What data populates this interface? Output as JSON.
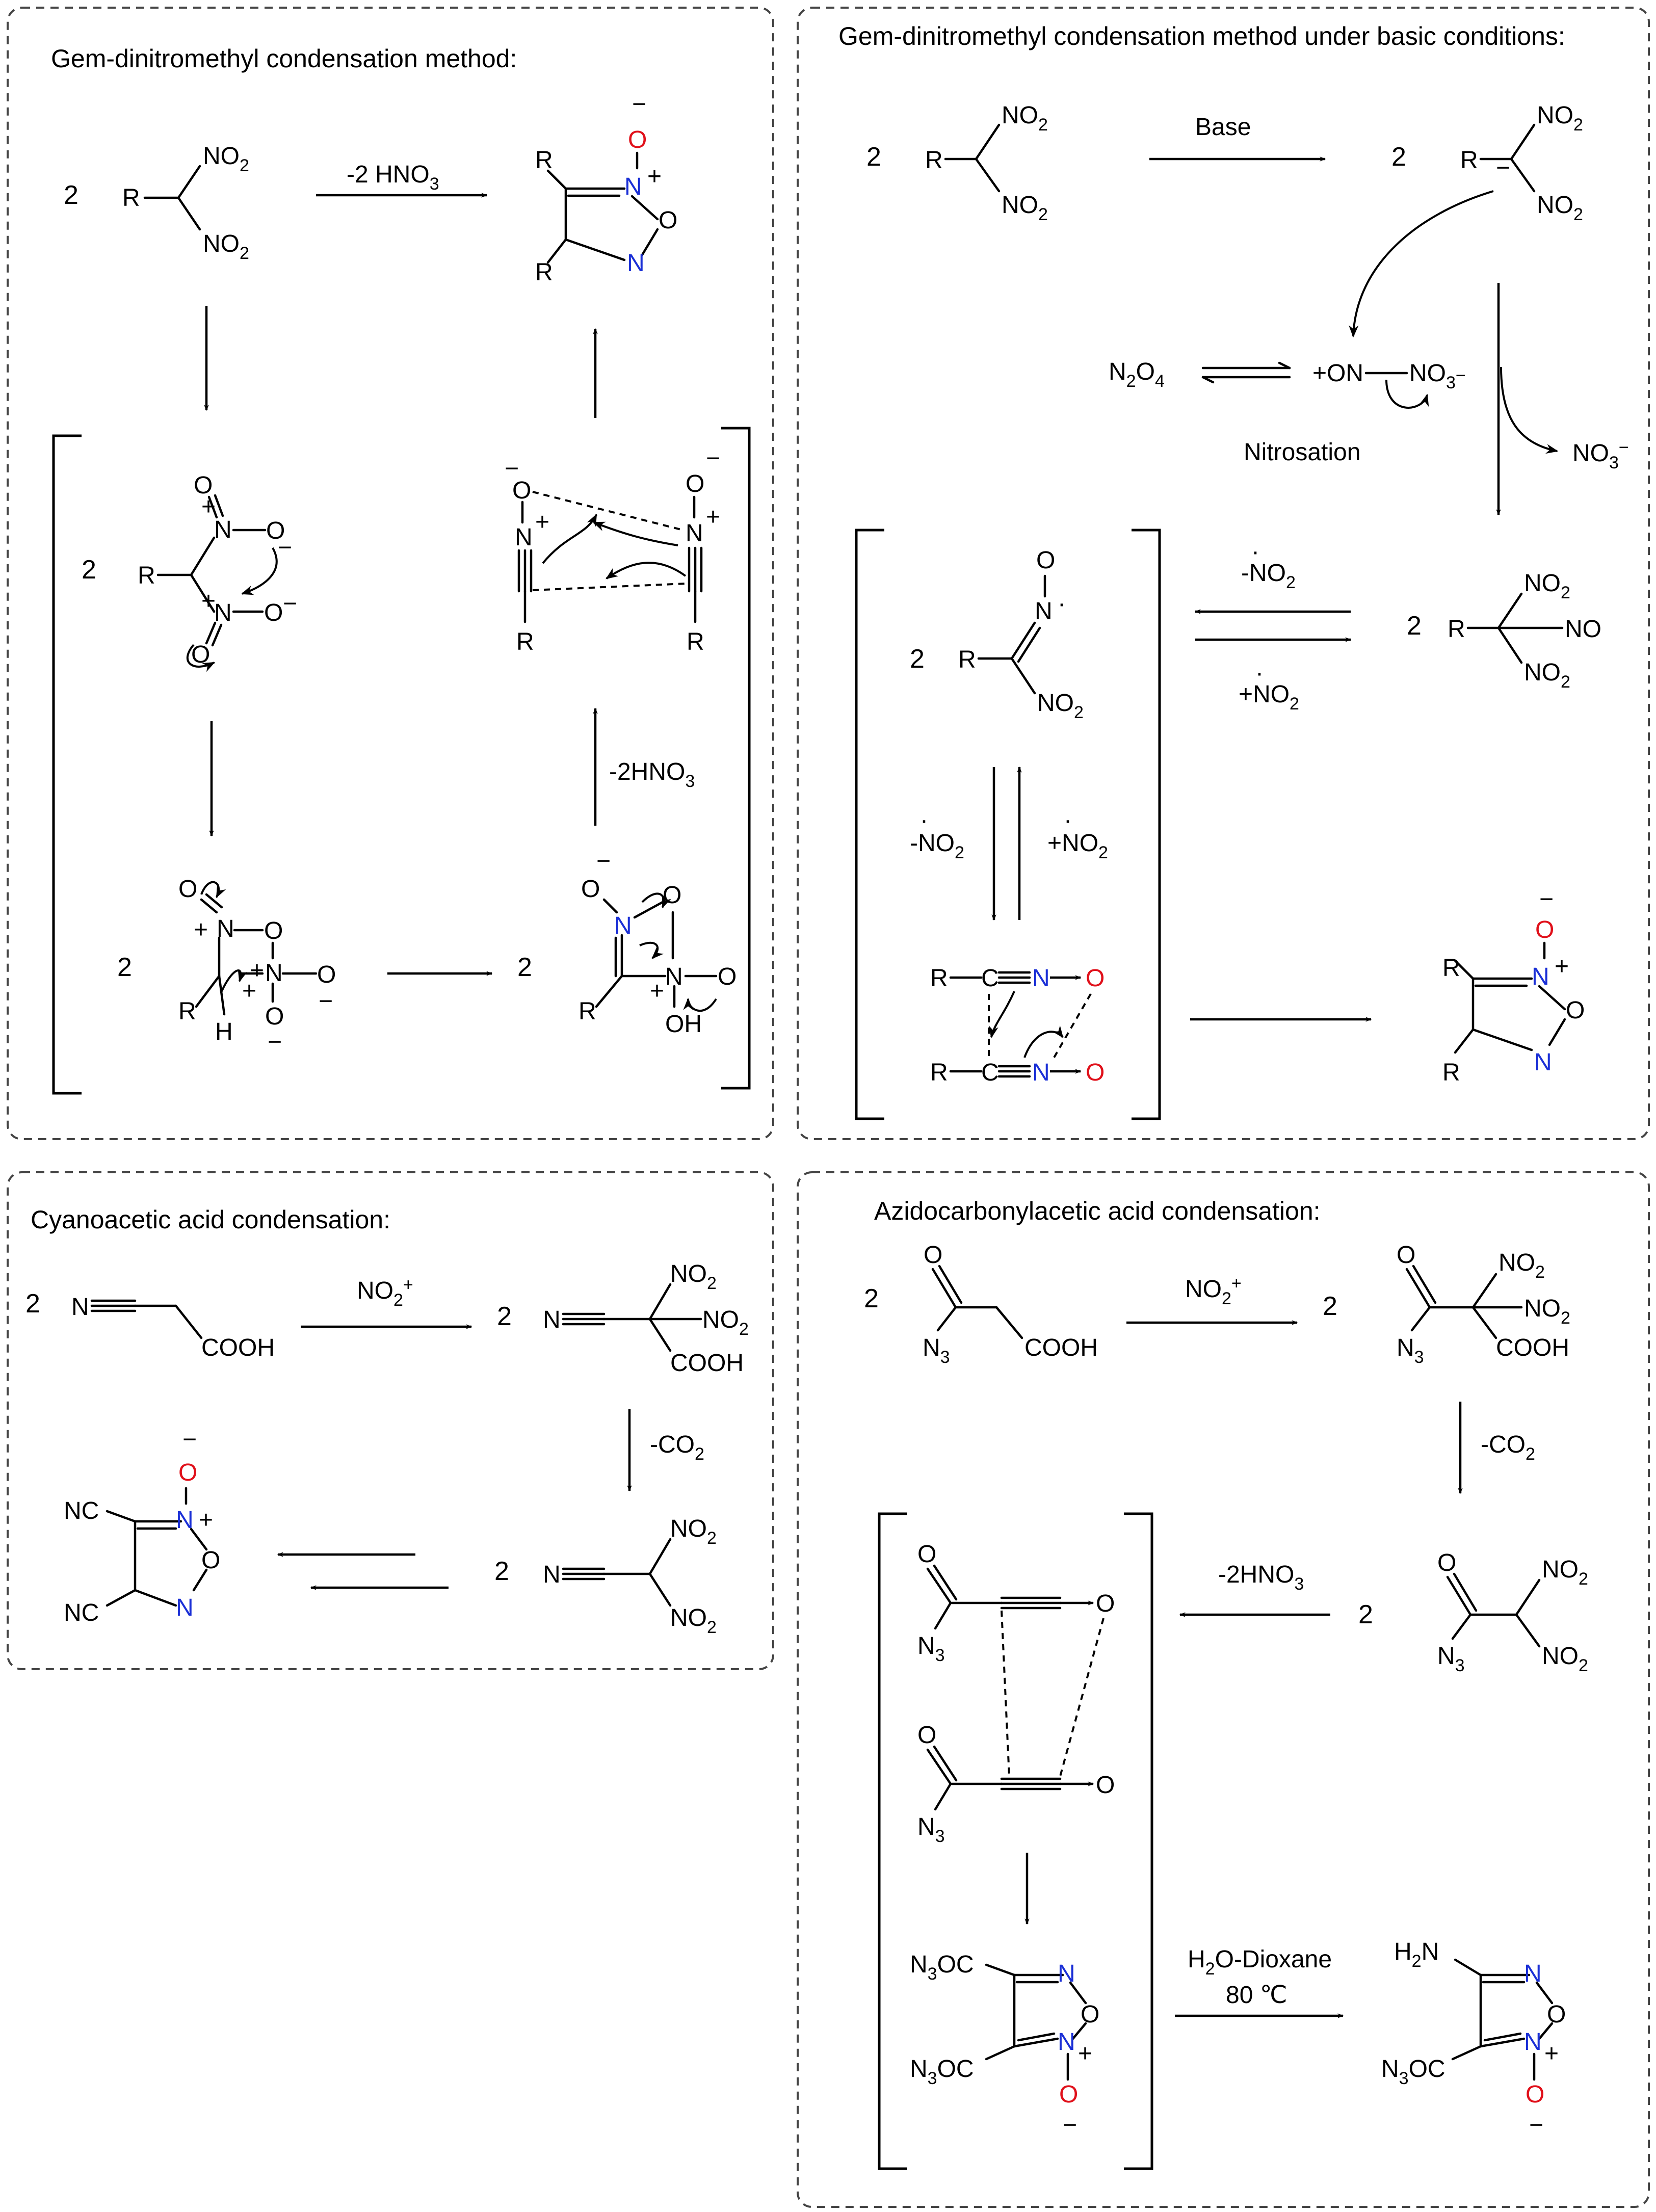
{
  "panels": {
    "gem_dinitromethyl": {
      "title": "Gem-dinitromethyl condensation method:",
      "coef": "2",
      "step_top": "-2 HNO",
      "step_right": "-2HNO",
      "sub3": "3"
    },
    "gem_basic": {
      "title": "Gem-dinitromethyl condensation method under basic conditions:",
      "coef": "2",
      "base": "Base",
      "n2o4": "N",
      "nitrosation": "Nitrosation",
      "minus_no2": "-NO",
      "plus_no2": "+NO",
      "sub2": "2"
    },
    "cyanoacetic": {
      "title": "Cyanoacetic acid condensation:",
      "coef": "2",
      "reagent": "NO",
      "minus_co2": "-CO",
      "sub2": "2"
    },
    "azidocarbonyl": {
      "title": "Azidocarbonylacetic acid condensation:",
      "coef": "2",
      "reagent": "NO",
      "minus_co2": "-CO",
      "minus_hno3": "-2HNO",
      "conditions_1": "H",
      "conditions_solvent": "O-Dioxane",
      "conditions_2": "80 ℃",
      "sub2": "2",
      "sub3": "3"
    }
  },
  "atom_labels": {
    "R": "R",
    "N": "N",
    "O": "O",
    "H": "H",
    "OH": "OH",
    "NO": "NO",
    "COOH": "COOH",
    "NC": "NC",
    "OC": "OC",
    "C": "C",
    "sub2": "2",
    "sub3": "3",
    "sub4": "4",
    "plus": "+",
    "minus": "−",
    "radical": "·"
  },
  "colors": {
    "oxygen_highlight": "#e0101a",
    "nitrogen_highlight": "#1a2fd6",
    "panel_border": "#444444"
  }
}
